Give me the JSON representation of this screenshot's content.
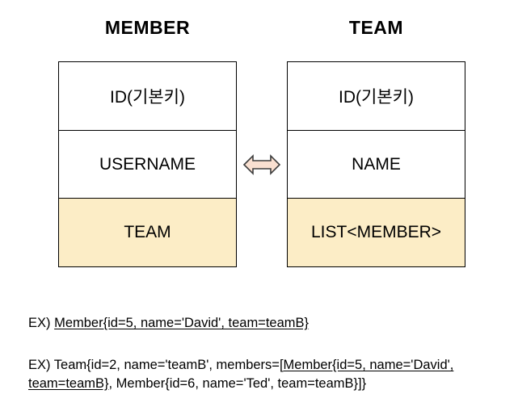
{
  "diagram": {
    "type": "entity-relation-diagram",
    "entities": [
      {
        "title": "MEMBER",
        "fields": [
          {
            "label": "ID(기본키)",
            "highlighted": false
          },
          {
            "label": "USERNAME",
            "highlighted": false
          },
          {
            "label": "TEAM",
            "highlighted": true
          }
        ]
      },
      {
        "title": "TEAM",
        "fields": [
          {
            "label": "ID(기본키)",
            "highlighted": false
          },
          {
            "label": "NAME",
            "highlighted": false
          },
          {
            "label": "LIST<MEMBER>",
            "highlighted": true
          }
        ]
      }
    ],
    "connector": {
      "icon": "double-headed-arrow-icon",
      "fill": "#fae0d1",
      "stroke": "#3d3d3d"
    },
    "colors": {
      "highlight_fill": "#fcedc6",
      "border": "#000000",
      "text": "#000000",
      "background": "#ffffff"
    }
  },
  "examples": {
    "line1": {
      "prefix": "EX) ",
      "underlined": "Member{id=5, name='David', team=teamB}"
    },
    "line2": {
      "prefix": "EX) Team{id=2, name='teamB', members=[",
      "underlined": "Member{id=5, name='David', team=teamB}",
      "suffix": ", Member{id=6, name='Ted', team=teamB}]}"
    }
  }
}
